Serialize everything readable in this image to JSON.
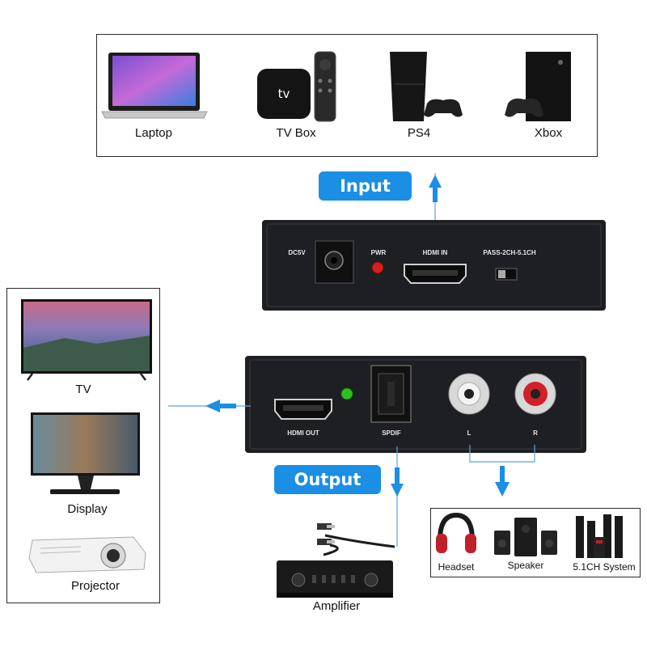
{
  "input_devices": [
    {
      "label": "Laptop",
      "icon": "laptop-icon"
    },
    {
      "label": "TV Box",
      "icon": "tv-box-icon"
    },
    {
      "label": "PS4",
      "icon": "ps4-icon"
    },
    {
      "label": "Xbox",
      "icon": "xbox-icon"
    }
  ],
  "input_badge": "Input",
  "output_badge": "Output",
  "top_unit_ports": {
    "dc": "DC5V",
    "pwr": "PWR",
    "hdmi_in": "HDMI IN",
    "switch": "PASS-2CH-5.1CH"
  },
  "bottom_unit_ports": {
    "hdmi_out": "HDMI OUT",
    "spdif": "SPDIF",
    "left": "L",
    "right": "R"
  },
  "display_devices": [
    {
      "label": "TV",
      "icon": "tv-icon"
    },
    {
      "label": "Display",
      "icon": "monitor-icon"
    },
    {
      "label": "Projector",
      "icon": "projector-icon"
    }
  ],
  "audio_devices": [
    {
      "label": "Headset",
      "icon": "headset-icon"
    },
    {
      "label": "Speaker",
      "icon": "speaker-icon"
    },
    {
      "label": "5.1CH System",
      "icon": "surround-system-icon"
    }
  ],
  "amplifier_label": "Amplifier",
  "colors": {
    "accent": "#1a8fe3",
    "device_body": "#1e1f22",
    "led_red": "#d42020",
    "led_green": "#2ec020",
    "rca_red": "#d0202a"
  }
}
